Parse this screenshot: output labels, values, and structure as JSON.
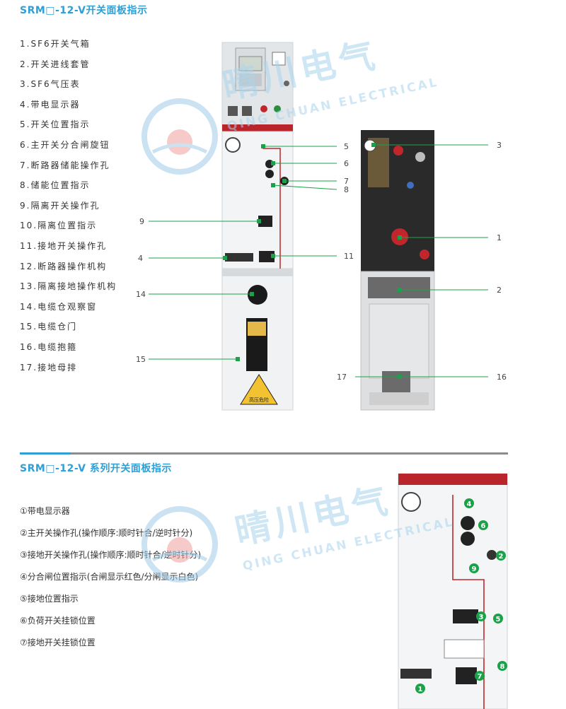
{
  "section1": {
    "title": "SRM□-12-V开关面板指示",
    "items": [
      "1.SF6开关气箱",
      "2.开关进线套管",
      "3.SF6气压表",
      "4.带电显示器",
      "5.开关位置指示",
      "6.主开关分合闸旋钮",
      "7.断路器储能操作孔",
      "8.储能位置指示",
      "9.隔离开关操作孔",
      "10.隔离位置指示",
      "11.接地开关操作孔",
      "12.断路器操作机构",
      "13.隔离接地操作机构",
      "14.电缆仓观察窗",
      "15.电缆仓门",
      "16.电缆抱箍",
      "17.接地母排"
    ],
    "callouts_front": [
      "9",
      "4",
      "14",
      "15",
      "5",
      "6",
      "7",
      "8",
      "11"
    ],
    "callouts_side": [
      "3",
      "1",
      "2",
      "17",
      "16"
    ],
    "warning_label": "高压危险"
  },
  "section2": {
    "title": "SRM□-12-V 系列开关面板指示",
    "items": [
      "①带电显示器",
      "②主开关操作孔(操作顺序:顺时针合/逆时针分)",
      "③接地开关操作孔(操作顺序:顺时针合/逆时针分)",
      "④分合闸位置指示(合闸显示红色/分闸显示白色)",
      "⑤接地位置指示",
      "⑥负荷开关挂锁位置",
      "⑦接地开关挂锁位置"
    ],
    "badges": [
      "4",
      "6",
      "2",
      "9",
      "3",
      "5",
      "1",
      "7",
      "8"
    ]
  },
  "watermark": {
    "cn": "晴川电气",
    "en": "QING CHUAN ELECTRICAL"
  },
  "colors": {
    "accent_blue": "#2f9fd6",
    "callout_green": "#1aa14a",
    "panel_red": "#b8262b",
    "rule_grey": "#8c8c8c"
  }
}
